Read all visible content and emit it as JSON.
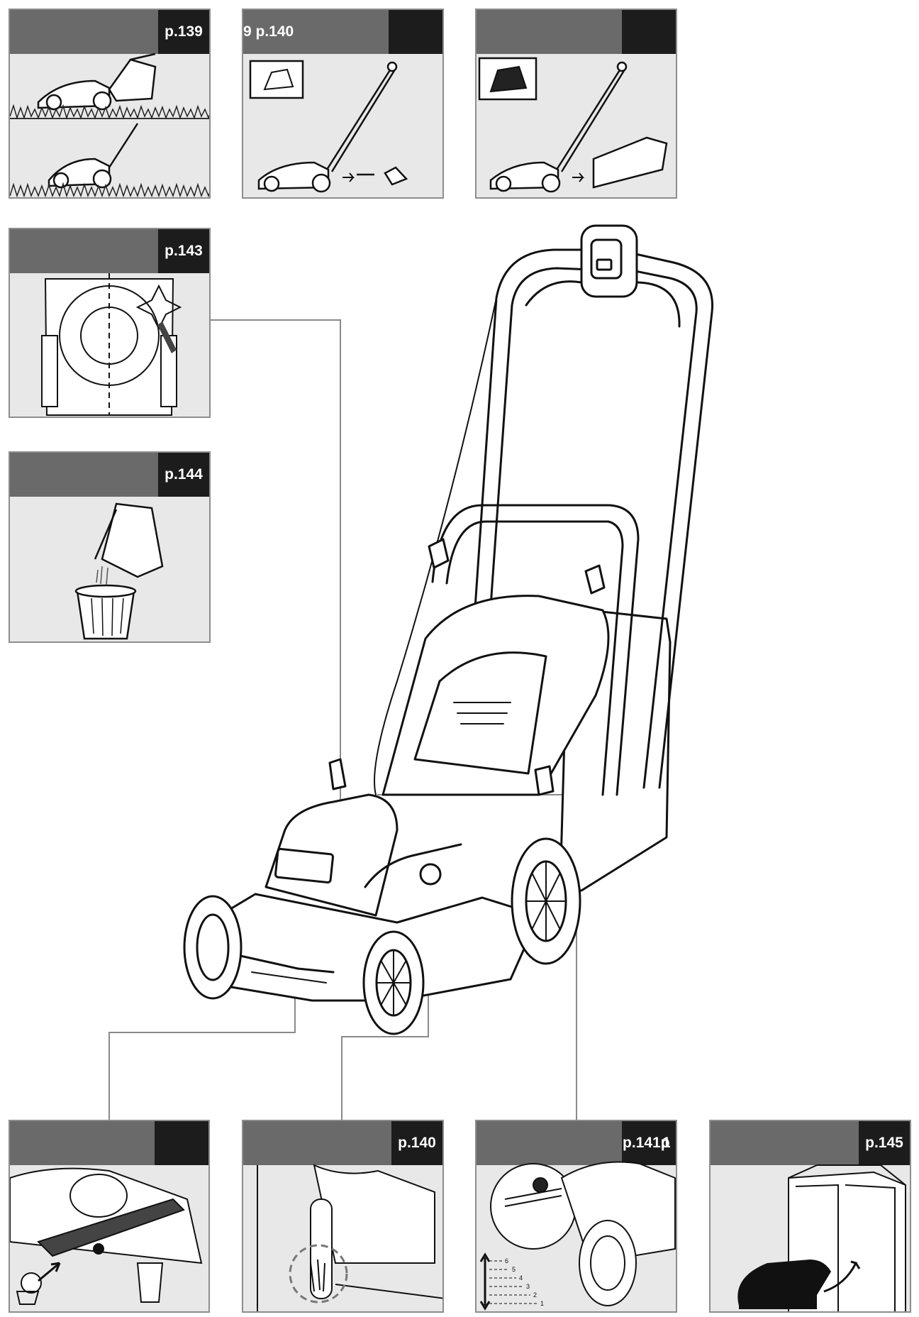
{
  "panels": {
    "height_adjust": {
      "tag": "p.139"
    },
    "assembly": {
      "tag_prefix": "9 p.140"
    },
    "grass_box_fit": {
      "tag": ""
    },
    "cleaning": {
      "tag": "p.143"
    },
    "emptying": {
      "tag": "p.144"
    },
    "blade": {
      "tag": ""
    },
    "mulch": {
      "tag": "p.140"
    },
    "cut_height": {
      "tag": "p.141p",
      "tag_tail": "1"
    },
    "storage": {
      "tag": "p.145"
    }
  },
  "cut_height_scale": [
    "6",
    "5",
    "4",
    "3",
    "2",
    "1"
  ],
  "colors": {
    "header": "#6a6a6a",
    "tag": "#1c1c1c",
    "panel_bg": "#e8e8e8",
    "line": "#8a8a8a"
  }
}
